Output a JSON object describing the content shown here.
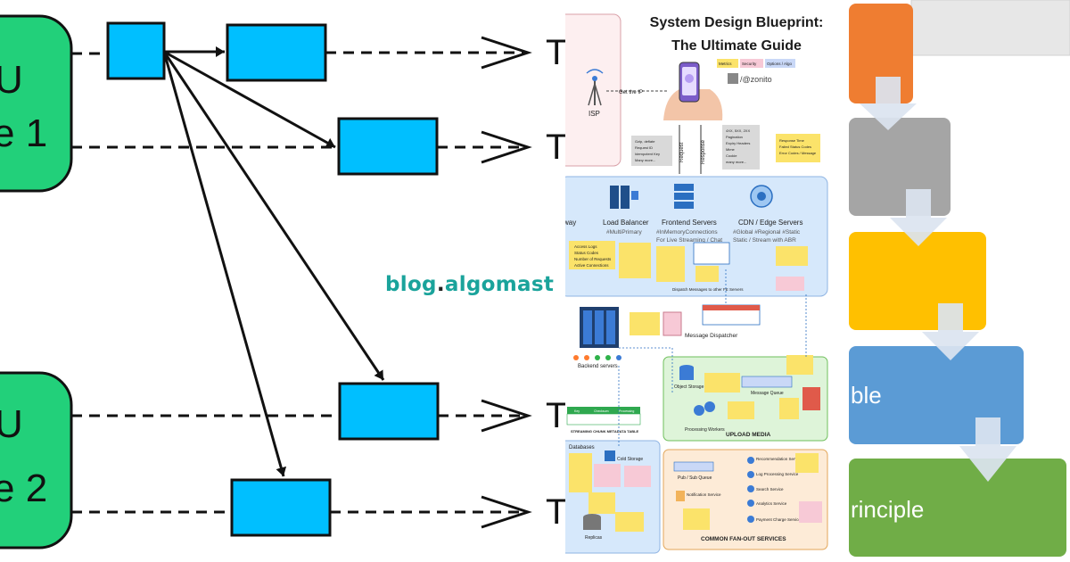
{
  "watermark": {
    "part1": "blog",
    "dot": ".",
    "part2": "algomast"
  },
  "left_diagram": {
    "node1": {
      "line1": "U",
      "line2": "e 1"
    },
    "node2": {
      "line1": "U",
      "line2": "e 2"
    },
    "targets": [
      "T",
      "T",
      "T",
      "T"
    ],
    "colors": {
      "node": "#22d07a",
      "box": "#00bfff",
      "stroke": "#111111"
    }
  },
  "blueprint": {
    "title_line1": "System Design Blueprint:",
    "title_line2": "The Ultimate Guide",
    "legend": [
      "Metrics",
      "Security",
      "Options / Algo"
    ],
    "author": "/@zonito",
    "isp": "ISP",
    "get_ip": "Get the IP",
    "request": "Request",
    "response": "Response",
    "request_notes": [
      "Gzip, deflate",
      "Request ID",
      "Idempotent Key",
      "Many more..."
    ],
    "response_notes": [
      "4XX, 5XX, 2XX",
      "Pagination",
      "Expiry Headers",
      "Mime",
      "Cookie",
      "many more..."
    ],
    "metrics_notes": [
      "Response Time",
      "Failed Status Codes",
      "Error Codes / Message"
    ],
    "gateway": "way",
    "load_balancer": "Load Balancer",
    "lb_tag": "#MultiPrimary",
    "frontend": "Frontend Servers",
    "frontend_tag1": "#InMemoryConnections",
    "frontend_tag2": "For Live Streaming / Chat",
    "cdn": "CDN / Edge Servers",
    "cdn_tag1": "#Global #Regional #Static",
    "cdn_tag2": "Static / Stream with ABR",
    "gateway_notes": [
      "Access Logs",
      "Status Codes",
      "Number of Requests",
      "Active Connections"
    ],
    "dispatch": "Dispatch Messages to other FE Servers",
    "message_dispatcher": "Message Dispatcher",
    "backend": "Backend servers",
    "object_storage": "Object Storage",
    "message_queue": "Message Queue",
    "processing_workers": "Processing Workers",
    "upload_media": "UPLOAD MEDIA",
    "chunk_table": "STREAMING CHUNK METADATA TABLE",
    "chunk_cols": [
      "Key",
      "Checksum",
      "Processing"
    ],
    "databases": "Databases",
    "cold_storage": "Cold Storage",
    "replicas": "Replicas",
    "pubsub": "Pub / Sub Queue",
    "notification": "Notification Service",
    "recommendation": "Recommendation Service",
    "log_processing": "Log Processing Service",
    "search": "Search Service",
    "analytics": "Analytics Service",
    "payment": "Payment Charge Service",
    "fanout": "COMMON FAN-OUT SERVICES"
  },
  "right_flow": {
    "steps": [
      {
        "color": "#ef7d31",
        "label": ""
      },
      {
        "color": "#a5a5a5",
        "label": ""
      },
      {
        "color": "#ffc000",
        "label": ""
      },
      {
        "color": "#5b9bd5",
        "label": "ble"
      },
      {
        "color": "#70ad47",
        "label": "rinciple"
      }
    ],
    "arrow_color": "#dbe4f0"
  }
}
